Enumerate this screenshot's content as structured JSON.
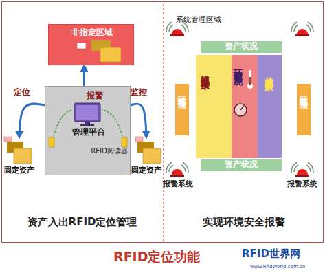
{
  "diagram": {
    "caption": "RFID定位功能",
    "nodes": [
      {
        "text": [
          "资产入出RFID定位管理"
        ]
      },
      {
        "text": [
          "非指定区域"
        ],
        "in": 0
      },
      {
        "text": [
          "管理平台",
          "RFID阅读器"
        ],
        "in": 0
      },
      {
        "text": [
          "固定资产"
        ],
        "in": 0
      },
      {
        "text": [
          "固定资产"
        ],
        "in": 0
      },
      {
        "text": [
          "系统管理区域",
          "实现环境安全报警"
        ]
      },
      {
        "text": [
          "资产状况"
        ],
        "in": 5
      },
      {
        "text": [
          "区域环境"
        ],
        "in": 5
      },
      {
        "text": [
          "视频采集技术"
        ],
        "in": 5
      },
      {
        "text": [
          "环境管理系统"
        ],
        "in": 5
      },
      {
        "text": [
          "传感器技术"
        ],
        "in": 5
      },
      {
        "text": [
          "区域环境"
        ],
        "in": 5
      },
      {
        "text": [
          "资产状况"
        ],
        "in": 5
      }
    ],
    "edges": [
      {
        "from": 2,
        "to": 1,
        "label": "报警",
        "arrow": "to"
      },
      {
        "from": 2,
        "to": 3,
        "label": "定位",
        "arrow": "to"
      },
      {
        "from": 2,
        "to": 4,
        "label": "监控",
        "arrow": "to"
      }
    ],
    "labels": [
      "报警系统",
      "报警系统",
      "RFID世界网",
      "www.RfidWorld.com.cn"
    ]
  }
}
